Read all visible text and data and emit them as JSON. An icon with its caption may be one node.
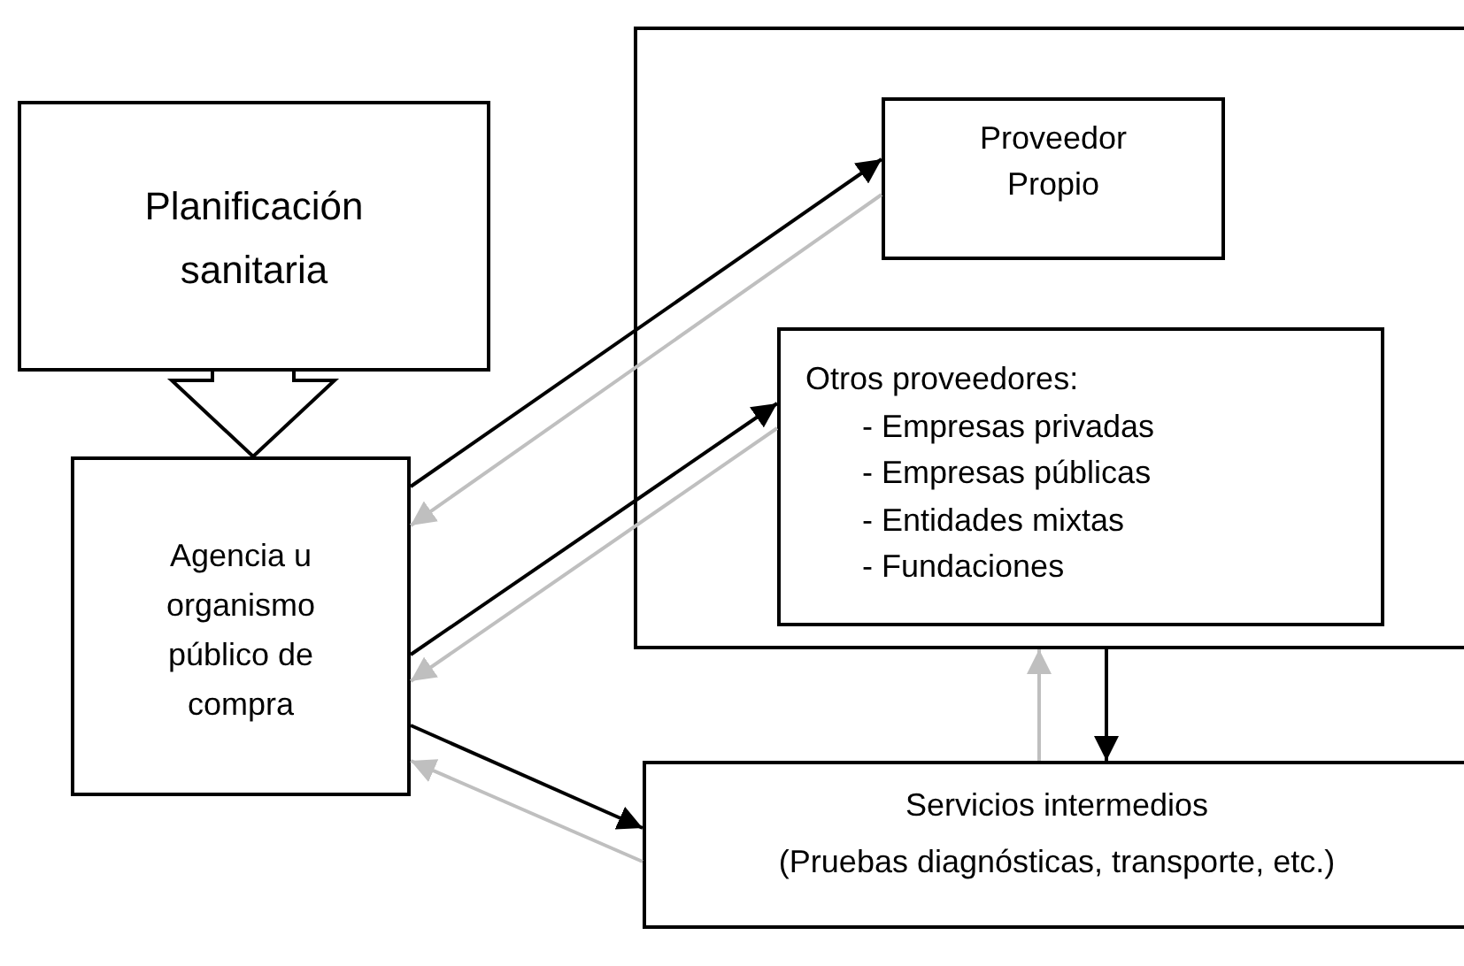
{
  "diagram": {
    "nodes": [
      {
        "text": [
          "Planificación sanitaria"
        ]
      },
      {
        "text": [
          "Agencia u organismo público de compra"
        ]
      },
      {
        "text": [],
        "shape": "box"
      },
      {
        "text": [
          "Proveedor Propio"
        ],
        "in": 2
      },
      {
        "text": [
          "Otros proveedores:",
          "- Empresas privadas",
          "- Empresas públicas",
          "- Entidades mixtas",
          "- Fundaciones"
        ],
        "in": 2
      },
      {
        "text": [
          "Servicios intermedios",
          "(Pruebas diagnósticas, transporte, etc.)"
        ]
      }
    ],
    "edges": [
      {
        "from": 0,
        "to": 1,
        "arrow": "to",
        "style": "thick"
      },
      {
        "from": 1,
        "to": 3,
        "arrow": "to"
      },
      {
        "from": 3,
        "to": 1,
        "arrow": "to",
        "color": "#bfbfbf"
      },
      {
        "from": 1,
        "to": 4,
        "arrow": "to"
      },
      {
        "from": 4,
        "to": 1,
        "arrow": "to",
        "color": "#bfbfbf"
      },
      {
        "from": 1,
        "to": 5,
        "arrow": "to"
      },
      {
        "from": 5,
        "to": 1,
        "arrow": "to",
        "color": "#bfbfbf"
      },
      {
        "from": 2,
        "to": 5,
        "arrow": "to"
      },
      {
        "from": 5,
        "to": 2,
        "arrow": "to",
        "color": "#bfbfbf"
      }
    ]
  }
}
